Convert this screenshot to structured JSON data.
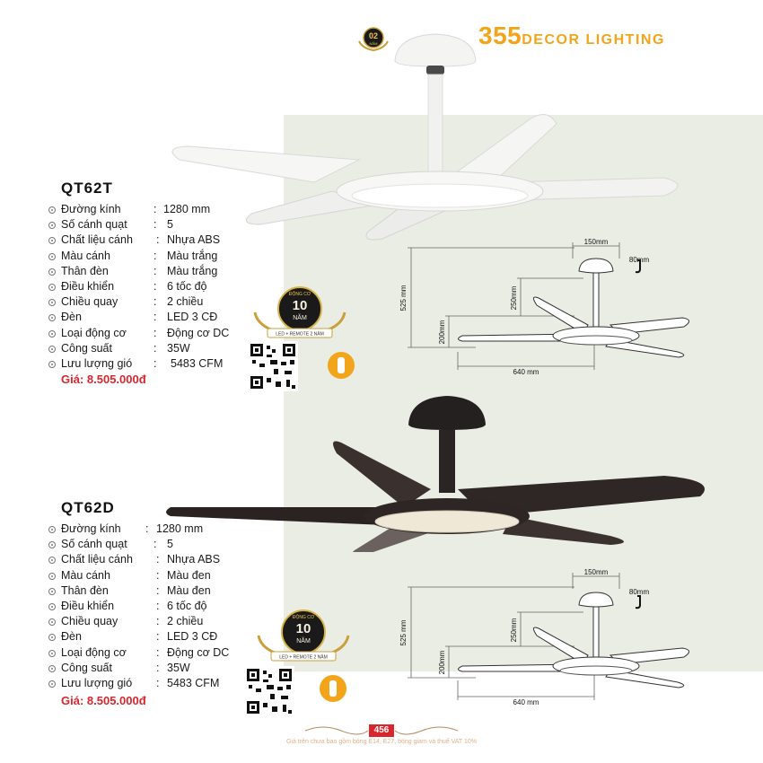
{
  "brand": {
    "number": "355",
    "name": "DECOR LIGHTING"
  },
  "warranty_badge_top": {
    "number": "02",
    "unit": "NĂM"
  },
  "products": [
    {
      "model": "QT62T",
      "specs": [
        {
          "label": "Đường kính",
          "value": "1280 mm"
        },
        {
          "label": "Số cánh quạt",
          "value": "5"
        },
        {
          "label": "Chất liệu cánh",
          "value": "Nhựa ABS"
        },
        {
          "label": "Màu cánh",
          "value": "Màu trắng"
        },
        {
          "label": "Thân đèn",
          "value": "Màu trắng"
        },
        {
          "label": "Điều khiển",
          "value": "6 tốc độ"
        },
        {
          "label": "Chiều quay",
          "value": "2 chiều"
        },
        {
          "label": "Đèn",
          "value": "LED 3 CĐ"
        },
        {
          "label": "Loại động cơ",
          "value": "Động cơ DC"
        },
        {
          "label": "Công suất",
          "value": "35W"
        },
        {
          "label": "Lưu lượng gió",
          "value": "5483 CFM"
        }
      ],
      "price": "Giá: 8.505.000đ",
      "fan_color": "#f4f4f2",
      "badge": {
        "top": "ĐỘNG CƠ",
        "number": "10",
        "unit": "NĂM",
        "bottom": "LED + REMOTE 2 NĂM"
      }
    },
    {
      "model": "QT62D",
      "specs": [
        {
          "label": "Đường kính",
          "value": "1280 mm"
        },
        {
          "label": "Số cánh quạt",
          "value": "5"
        },
        {
          "label": "Chất liệu cánh",
          "value": "Nhựa ABS"
        },
        {
          "label": "Màu cánh",
          "value": "Màu đen"
        },
        {
          "label": "Thân đèn",
          "value": "Màu đen"
        },
        {
          "label": "Điều khiển",
          "value": "6 tốc độ"
        },
        {
          "label": "Chiều quay",
          "value": "2 chiều"
        },
        {
          "label": "Đèn",
          "value": "LED 3 CĐ"
        },
        {
          "label": "Loại động cơ",
          "value": "Động cơ DC"
        },
        {
          "label": "Công suất",
          "value": "35W"
        },
        {
          "label": "Lưu lượng gió",
          "value": "5483 CFM"
        }
      ],
      "price": "Giá: 8.505.000đ",
      "fan_color": "#2a2322",
      "badge": {
        "top": "ĐỘNG CƠ",
        "number": "10",
        "unit": "NĂM",
        "bottom": "LED + REMOTE 2 NĂM"
      }
    }
  ],
  "dimensions": {
    "mount_width": "150mm",
    "hook": "80mm",
    "total_height": "525 mm",
    "downrod": "250mm",
    "body_height": "200mm",
    "span": "640 mm"
  },
  "colors": {
    "accent": "#f2a51a",
    "price_red": "#d8262c",
    "panel": "#eaede4"
  },
  "footer": {
    "page_number": "456",
    "note": "Giá trên chưa bao gồm bóng E14, E27, bóng giam và thuế VAT 10%"
  }
}
